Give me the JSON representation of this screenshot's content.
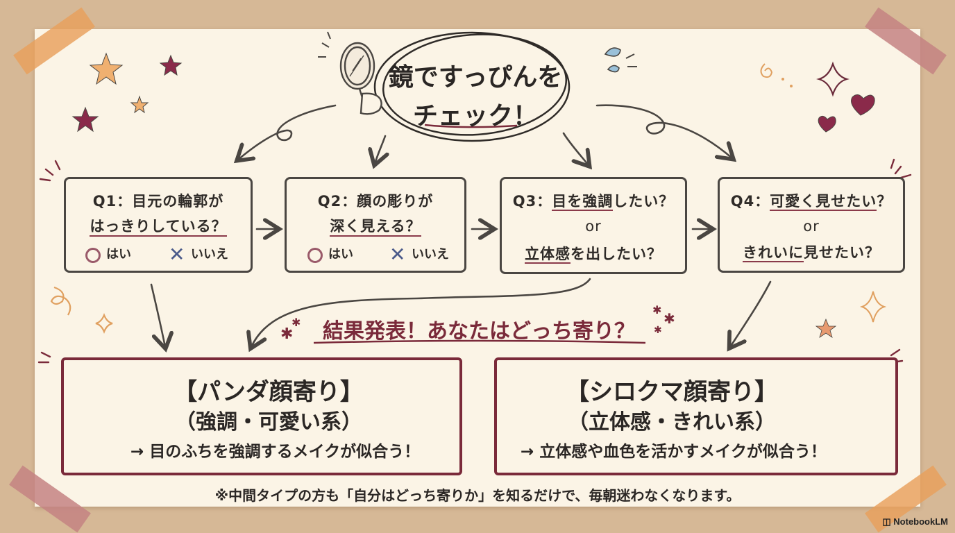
{
  "title": {
    "line1": "鏡ですっぴんを",
    "line2": "チェック！"
  },
  "questions": [
    {
      "id": "Q1",
      "line1": "Q1：目元の輪郭が",
      "line2": "はっきりしている？",
      "yes": "はい",
      "no": "いいえ"
    },
    {
      "id": "Q2",
      "line1": "Q2：顔の彫りが",
      "line2": "深く見える？",
      "yes": "はい",
      "no": "いいえ"
    },
    {
      "id": "Q3",
      "line1_pre": "Q3：",
      "line1_ul": "目を強調",
      "line1_post": "したい？",
      "or": "or",
      "line3_ul": "立体感",
      "line3_post": "を出したい？"
    },
    {
      "id": "Q4",
      "line1_pre": "Q4：",
      "line1_ul": "可愛く見せたい",
      "line1_post": "？",
      "or": "or",
      "line3_ul": "きれいに",
      "line3_post": "見せたい？"
    }
  ],
  "reveal": "結果発表！あなたはどっち寄り？",
  "results": [
    {
      "title": "【パンダ顔寄り】",
      "subtitle": "（強調・可愛い系）",
      "desc": "→ 目のふちを強調するメイクが似合う！",
      "mascot": "panda-icon"
    },
    {
      "title": "【シロクマ顔寄り】",
      "subtitle": "（立体感・きれい系）",
      "desc": "→ 立体感や血色を活かすメイクが似合う！",
      "mascot": "polar-bear-icon"
    }
  ],
  "footnote": "※中間タイプの方も「自分はどっち寄りか」を知るだけで、毎朝迷わなくなります。",
  "brand": "NotebookLM",
  "colors": {
    "background": "#d6b896",
    "paper": "#fbf4e6",
    "ink": "#4a4642",
    "accent": "#7a2a3a",
    "yes_circle": "#9a5a6a",
    "no_cross": "#4a5a8a"
  }
}
